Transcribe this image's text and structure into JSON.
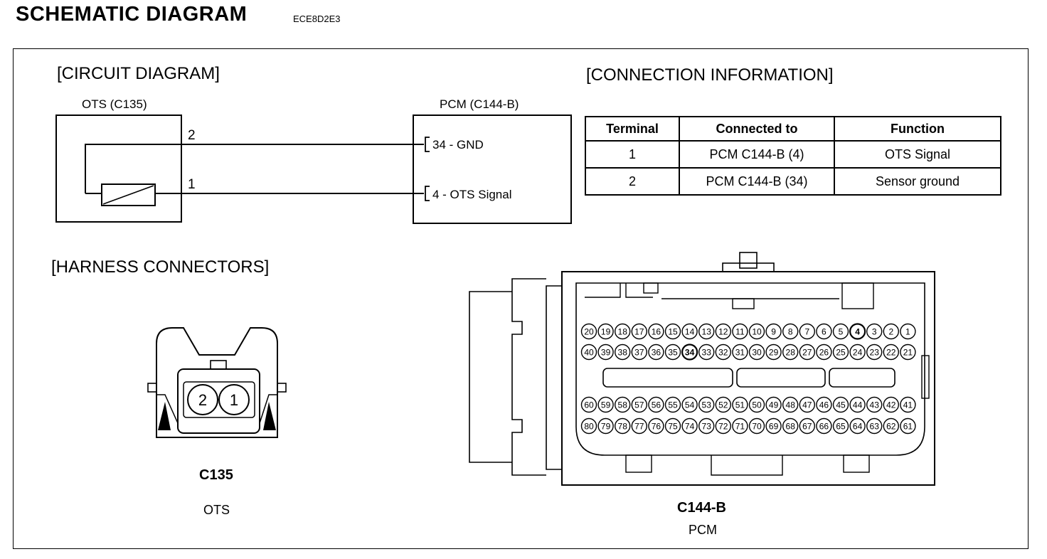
{
  "header": {
    "title": "SCHEMATIC DIAGRAM",
    "code": "ECE8D2E3"
  },
  "sections": {
    "circuit": "[CIRCUIT DIAGRAM]",
    "connection": "[CONNECTION INFORMATION]",
    "harness": "[HARNESS CONNECTORS]"
  },
  "circuit": {
    "ots_label": "OTS (C135)",
    "pcm_label": "PCM (C144-B)",
    "pin2": "2",
    "pin1": "1",
    "gnd_label": "34 - GND",
    "signal_label": "4 - OTS Signal"
  },
  "connection_table": {
    "headers": [
      "Terminal",
      "Connected to",
      "Function"
    ],
    "rows": [
      [
        "1",
        "PCM C144-B (4)",
        "OTS Signal"
      ],
      [
        "2",
        "PCM C144-B (34)",
        "Sensor ground"
      ]
    ]
  },
  "harness": {
    "c135": {
      "id": "C135",
      "name": "OTS",
      "pins": [
        "2",
        "1"
      ]
    },
    "c144b": {
      "id": "C144-B",
      "name": "PCM",
      "rows": [
        [
          20,
          19,
          18,
          17,
          16,
          15,
          14,
          13,
          12,
          11,
          10,
          9,
          8,
          7,
          6,
          5,
          4,
          3,
          2,
          1
        ],
        [
          40,
          39,
          38,
          37,
          36,
          35,
          34,
          33,
          32,
          31,
          30,
          29,
          28,
          27,
          26,
          25,
          24,
          23,
          22,
          21
        ],
        [
          60,
          59,
          58,
          57,
          56,
          55,
          54,
          53,
          52,
          51,
          50,
          49,
          48,
          47,
          46,
          45,
          44,
          43,
          42,
          41
        ],
        [
          80,
          79,
          78,
          77,
          76,
          75,
          74,
          73,
          72,
          71,
          70,
          69,
          68,
          67,
          66,
          65,
          64,
          63,
          62,
          61
        ]
      ],
      "highlighted_pins": [
        4,
        34
      ]
    }
  }
}
